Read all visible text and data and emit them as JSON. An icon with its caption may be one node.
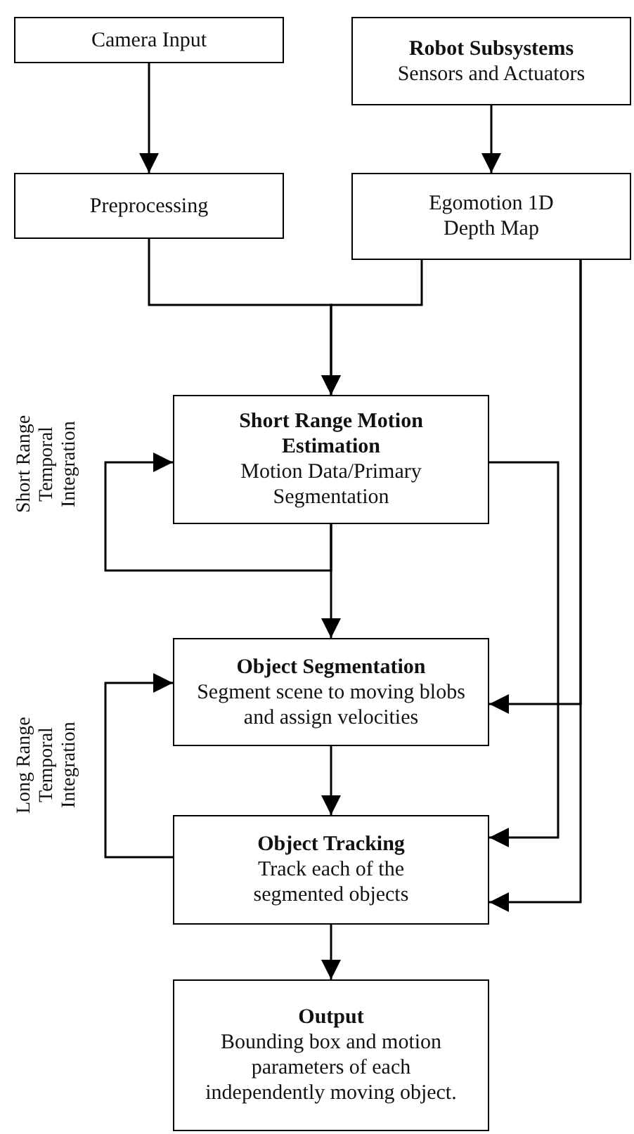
{
  "diagram": {
    "nodes": [
      {
        "text": [
          "Camera Input"
        ]
      },
      {
        "text": [
          "Robot Subsystems",
          "Sensors and Actuators"
        ]
      },
      {
        "text": [
          "Preprocessing"
        ]
      },
      {
        "text": [
          "Egomotion 1D Depth Map"
        ]
      },
      {
        "text": [
          "Short Range Motion Estimation",
          "Motion Data/Primary Segmentation"
        ]
      },
      {
        "text": [
          "Object Segmentation",
          "Segment scene to moving blobs and assign velocities"
        ]
      },
      {
        "text": [
          "Object Tracking",
          "Track each of the segmented objects"
        ]
      },
      {
        "text": [
          "Output",
          "Bounding box and motion parameters of each independently moving object."
        ]
      }
    ],
    "edges": [
      {
        "from": 0,
        "to": 2,
        "arrow": "to"
      },
      {
        "from": 1,
        "to": 3,
        "arrow": "to"
      },
      {
        "from": 2,
        "to": 4,
        "arrow": "to"
      },
      {
        "from": 3,
        "to": 4,
        "arrow": "to"
      },
      {
        "from": 4,
        "to": 4,
        "arrow": "to",
        "label": "Short Range Temporal Integration"
      },
      {
        "from": 4,
        "to": 5,
        "arrow": "to"
      },
      {
        "from": 6,
        "to": 5,
        "arrow": "to",
        "label": "Long Range Temporal Integration"
      },
      {
        "from": 4,
        "to": 6,
        "arrow": "to"
      },
      {
        "from": 3,
        "to": 5,
        "arrow": "to"
      },
      {
        "from": 3,
        "to": 6,
        "arrow": "to"
      },
      {
        "from": 5,
        "to": 6,
        "arrow": "to"
      },
      {
        "from": 6,
        "to": 7,
        "arrow": "to"
      }
    ]
  }
}
